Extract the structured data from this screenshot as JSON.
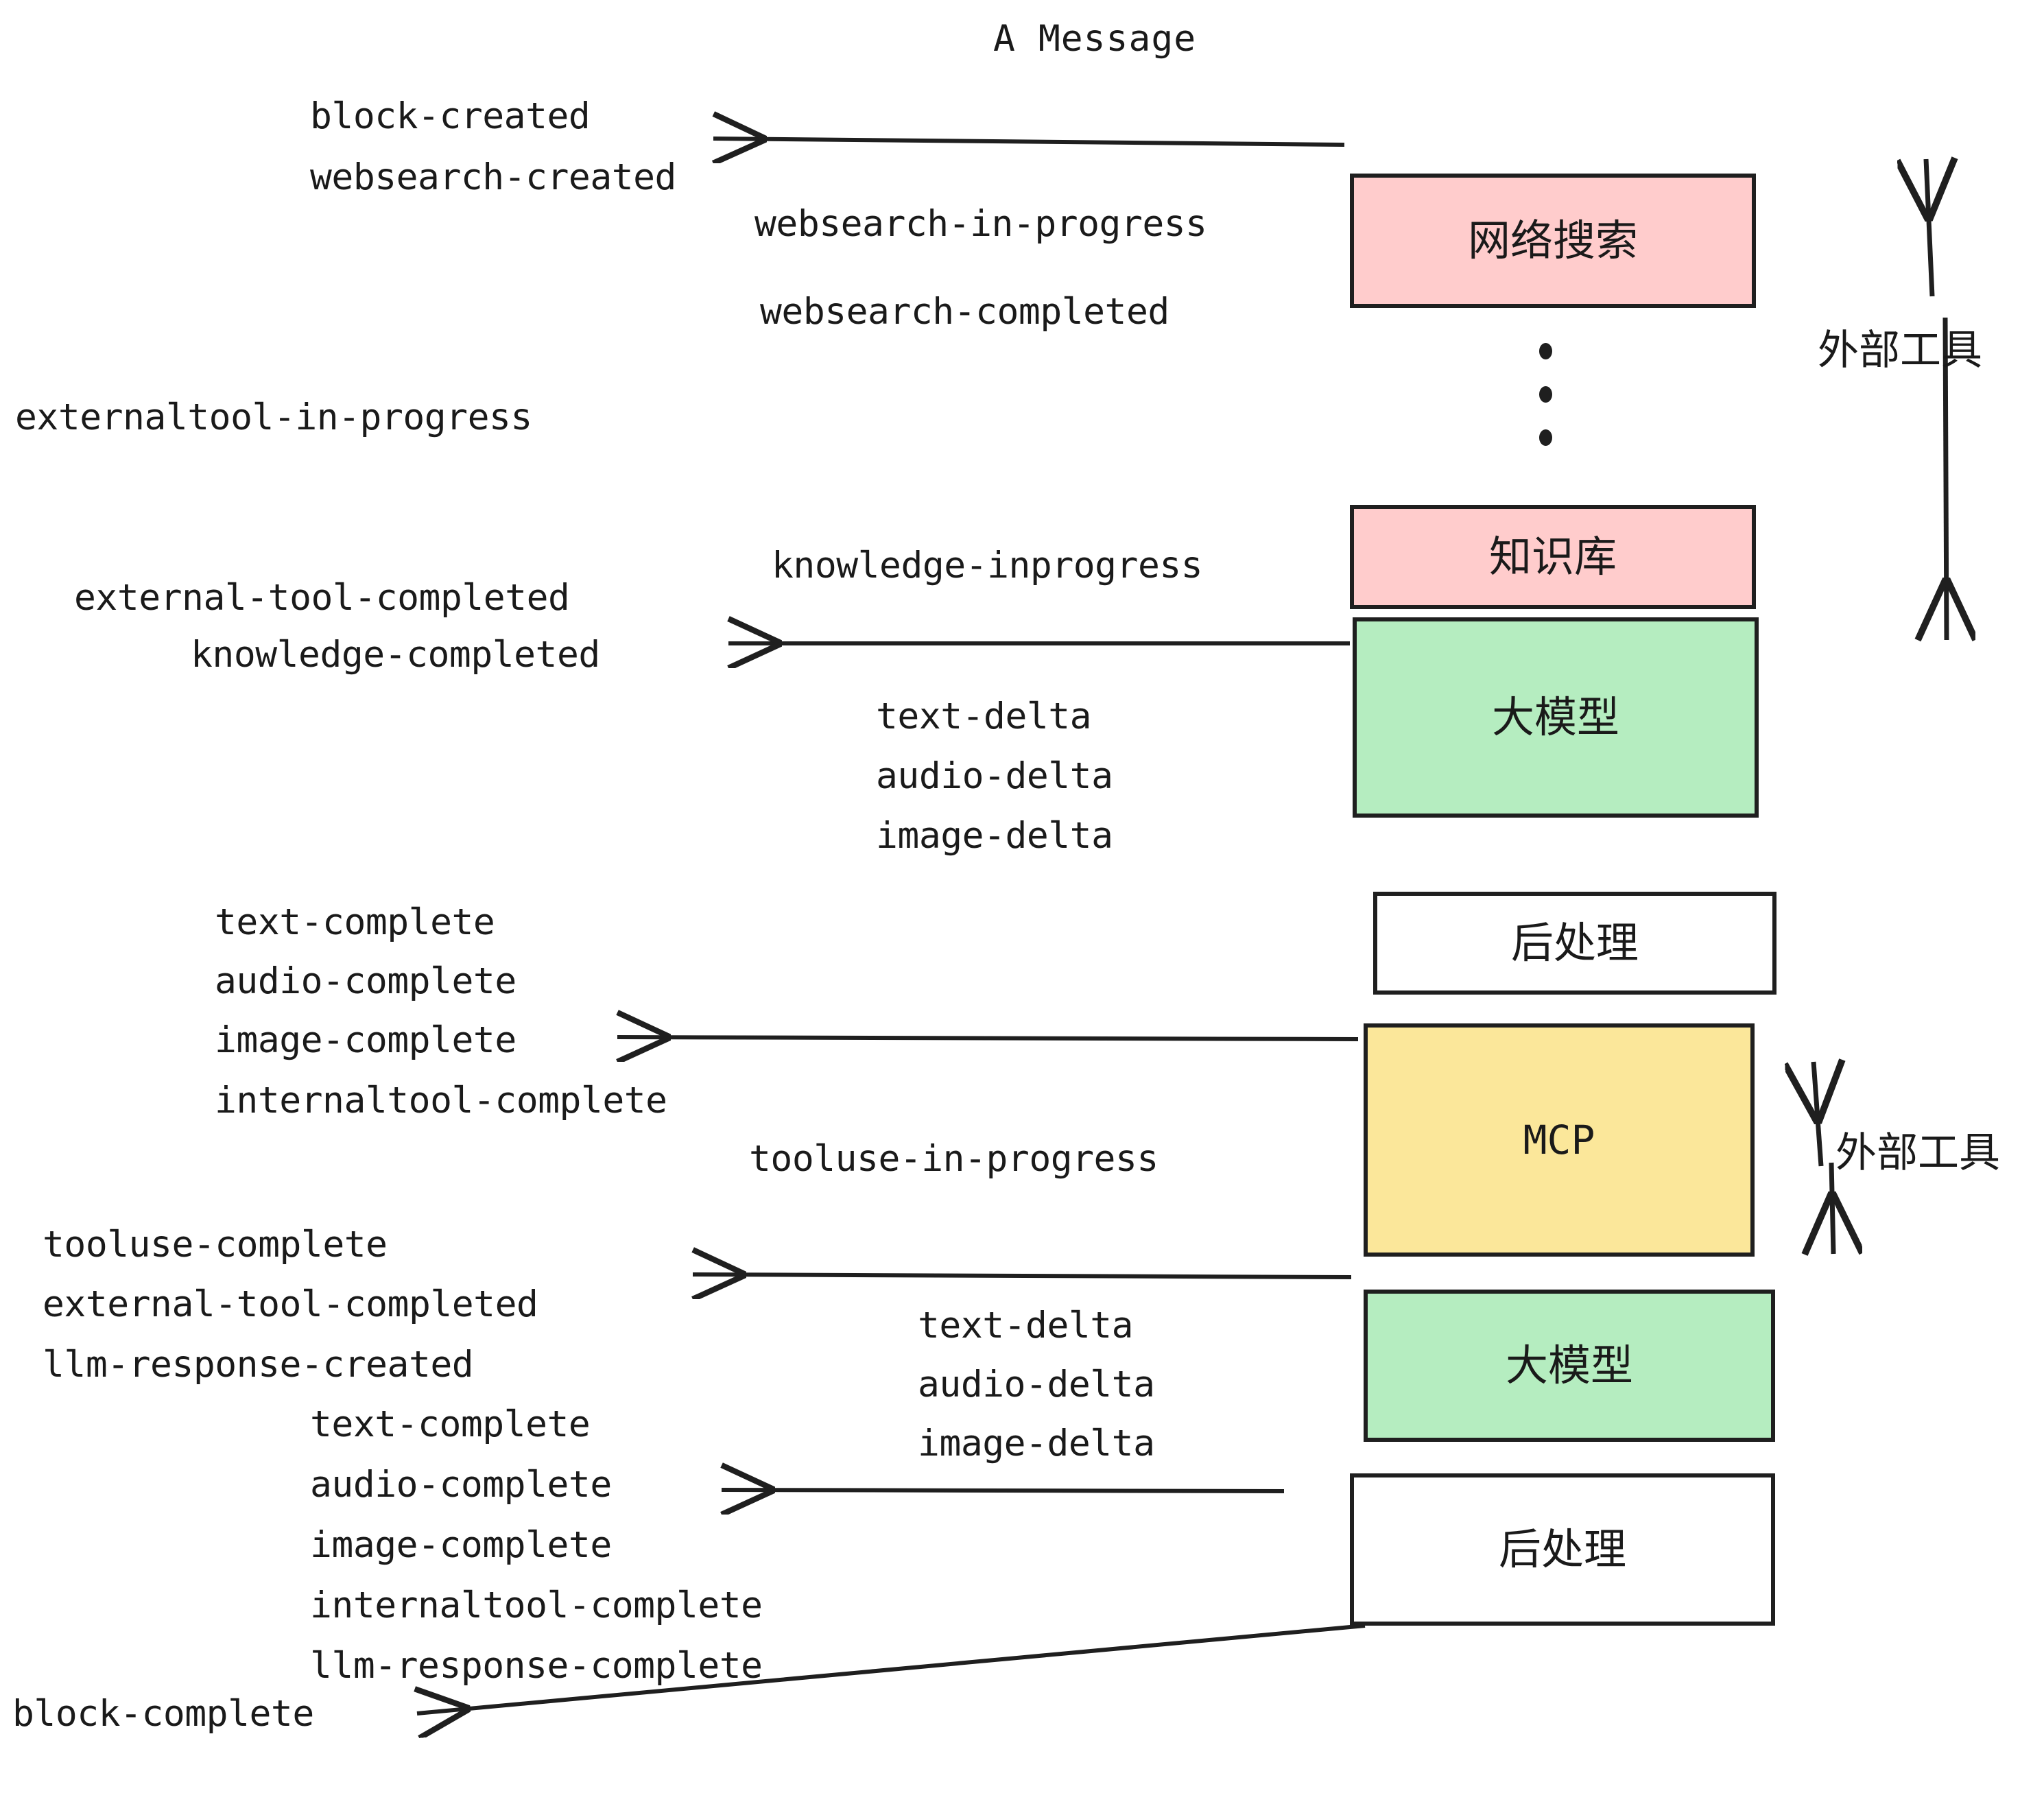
{
  "title": "A Message",
  "colors": {
    "pink": "#ffcccc",
    "green": "#b5edc0",
    "yellow": "#fbe79a",
    "white": "#ffffff",
    "stroke": "#1f1f1f",
    "text": "#1a1a1a"
  },
  "boxes": [
    {
      "id": "websearch",
      "label": "网络搜索"
    },
    {
      "id": "knowledge-base",
      "label": "知识库"
    },
    {
      "id": "llm-top",
      "label": "大模型"
    },
    {
      "id": "postprocess-top",
      "label": "后处理"
    },
    {
      "id": "mcp",
      "label": "MCP"
    },
    {
      "id": "llm-bottom",
      "label": "大模型"
    },
    {
      "id": "postprocess-bottom",
      "label": "后处理"
    }
  ],
  "side_labels": [
    {
      "id": "external-tool-upper",
      "label": "外部工具"
    },
    {
      "id": "external-tool-lower",
      "label": "外部工具"
    }
  ],
  "events": {
    "block_created": "block-created",
    "websearch_created": "websearch-created",
    "websearch_in_progress": "websearch-in-progress",
    "websearch_completed": "websearch-completed",
    "externaltool_in_progress": "externaltool-in-progress",
    "knowledge_inprogress": "knowledge-inprogress",
    "external_tool_completed_1": "external-tool-completed",
    "knowledge_completed": "knowledge-completed",
    "text_delta_1": "text-delta",
    "audio_delta_1": "audio-delta",
    "image_delta_1": "image-delta",
    "text_complete_1": "text-complete",
    "audio_complete_1": "audio-complete",
    "image_complete_1": "image-complete",
    "internaltool_complete_1": "internaltool-complete",
    "tooluse_in_progress": "tooluse-in-progress",
    "tooluse_complete": "tooluse-complete",
    "external_tool_completed_2": "external-tool-completed",
    "llm_response_created": "llm-response-created",
    "text_delta_2": "text-delta",
    "audio_delta_2": "audio-delta",
    "image_delta_2": "image-delta",
    "text_complete_2": "text-complete",
    "audio_complete_2": "audio-complete",
    "image_complete_2": "image-complete",
    "internaltool_complete_2": "internaltool-complete",
    "llm_response_complete": "llm-response-complete",
    "block_complete": "block-complete"
  }
}
